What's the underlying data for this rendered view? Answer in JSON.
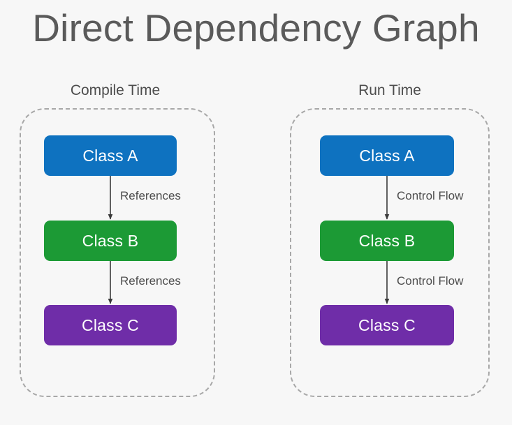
{
  "page": {
    "title": "Direct Dependency Graph",
    "background_color": "#f7f7f7",
    "title_color": "#5a5a5a"
  },
  "colors": {
    "class_a": "#0e72c0",
    "class_b": "#1c9a35",
    "class_c": "#6f2da8",
    "node_text": "#ffffff",
    "arrow": "#3a3a3a",
    "group_border": "#a8a8a8",
    "label_text": "#4d4d4d"
  },
  "groups": [
    {
      "id": "compile-time",
      "label": "Compile Time",
      "nodes": [
        {
          "id": "compile-class-a",
          "label": "Class A",
          "color_key": "class_a"
        },
        {
          "id": "compile-class-b",
          "label": "Class B",
          "color_key": "class_b"
        },
        {
          "id": "compile-class-c",
          "label": "Class C",
          "color_key": "class_c"
        }
      ],
      "edges": [
        {
          "id": "compile-edge-1",
          "from": "Class A",
          "to": "Class B",
          "label": "References"
        },
        {
          "id": "compile-edge-2",
          "from": "Class B",
          "to": "Class C",
          "label": "References"
        }
      ]
    },
    {
      "id": "run-time",
      "label": "Run Time",
      "nodes": [
        {
          "id": "run-class-a",
          "label": "Class A",
          "color_key": "class_a"
        },
        {
          "id": "run-class-b",
          "label": "Class B",
          "color_key": "class_b"
        },
        {
          "id": "run-class-c",
          "label": "Class C",
          "color_key": "class_c"
        }
      ],
      "edges": [
        {
          "id": "run-edge-1",
          "from": "Class A",
          "to": "Class B",
          "label": "Control Flow"
        },
        {
          "id": "run-edge-2",
          "from": "Class B",
          "to": "Class C",
          "label": "Control Flow"
        }
      ]
    }
  ]
}
